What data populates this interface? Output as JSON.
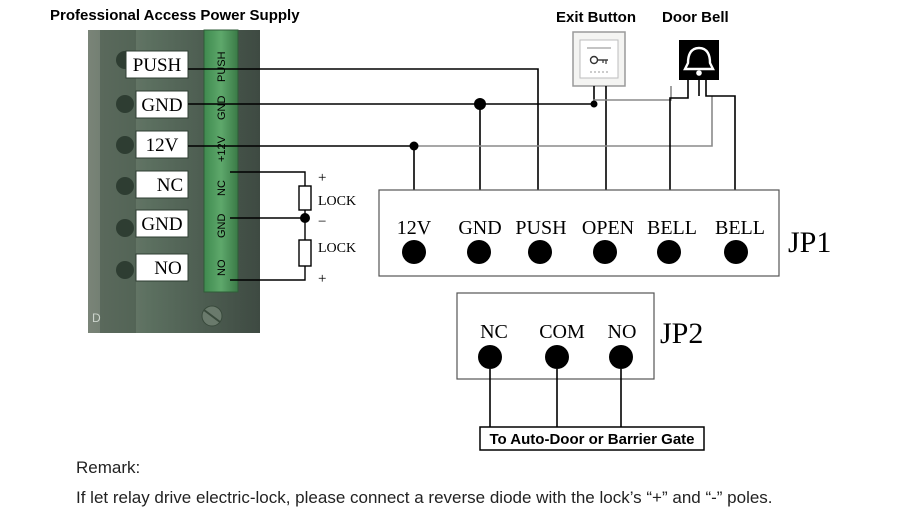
{
  "title": "Professional Access Power Supply",
  "exit_button_label": "Exit Button",
  "door_bell_label": "Door Bell",
  "power_supply": {
    "terminals": [
      "PUSH",
      "GND",
      "12V",
      "NC",
      "GND",
      "NO"
    ],
    "board_labels": [
      "PUSH",
      "GND",
      "+12V",
      "NC",
      "GND",
      "NO"
    ],
    "board_corner_mark": "D"
  },
  "lock": {
    "plus": "+",
    "minus": "−",
    "label": "LOCK"
  },
  "jp1": {
    "label": "JP1",
    "pins": [
      "12V",
      "GND",
      "PUSH",
      "OPEN",
      "BELL",
      "BELL"
    ]
  },
  "jp2": {
    "label": "JP2",
    "pins": [
      "NC",
      "COM",
      "NO"
    ]
  },
  "auto_door_label": "To Auto-Door or Barrier Gate",
  "remark": {
    "heading": "Remark:",
    "text": "If let relay drive electric-lock, please connect a reverse diode with the lock’s “+” and “-” poles."
  },
  "colors": {
    "board_green": "#4f8a5a",
    "board_dark": "#3d4a40",
    "wire": "#000000",
    "wire_gray": "#8a8a8a"
  }
}
